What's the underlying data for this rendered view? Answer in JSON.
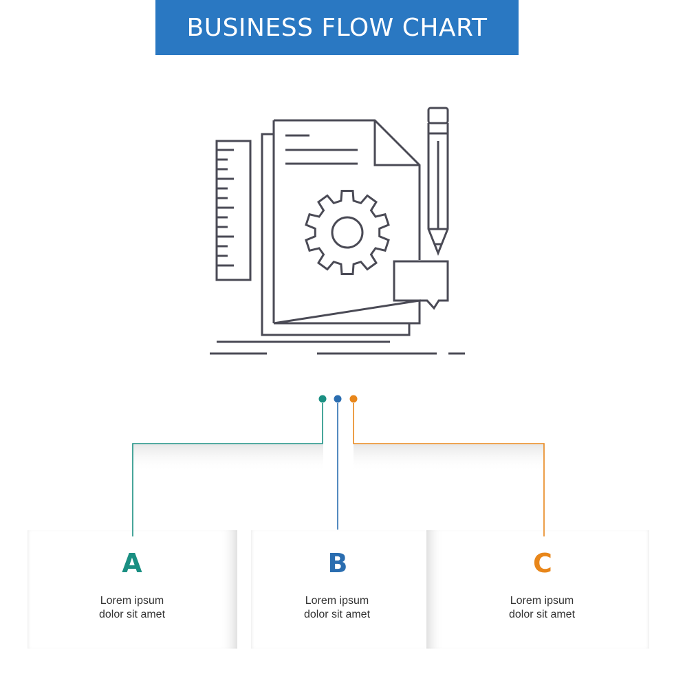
{
  "header": {
    "title": "BUSINESS FLOW CHART"
  },
  "colors": {
    "banner": "#2a78c2",
    "step_a": "#1a8f82",
    "step_b": "#2a6db0",
    "step_c": "#e8861a",
    "icon_stroke": "#4a4a55"
  },
  "illustration": {
    "icon": "document-gear-ruler-pencil-chat-icon"
  },
  "steps": [
    {
      "letter": "A",
      "line1": "Lorem ipsum",
      "line2": "dolor sit amet"
    },
    {
      "letter": "B",
      "line1": "Lorem ipsum",
      "line2": "dolor sit amet"
    },
    {
      "letter": "C",
      "line1": "Lorem ipsum",
      "line2": "dolor sit amet"
    }
  ]
}
